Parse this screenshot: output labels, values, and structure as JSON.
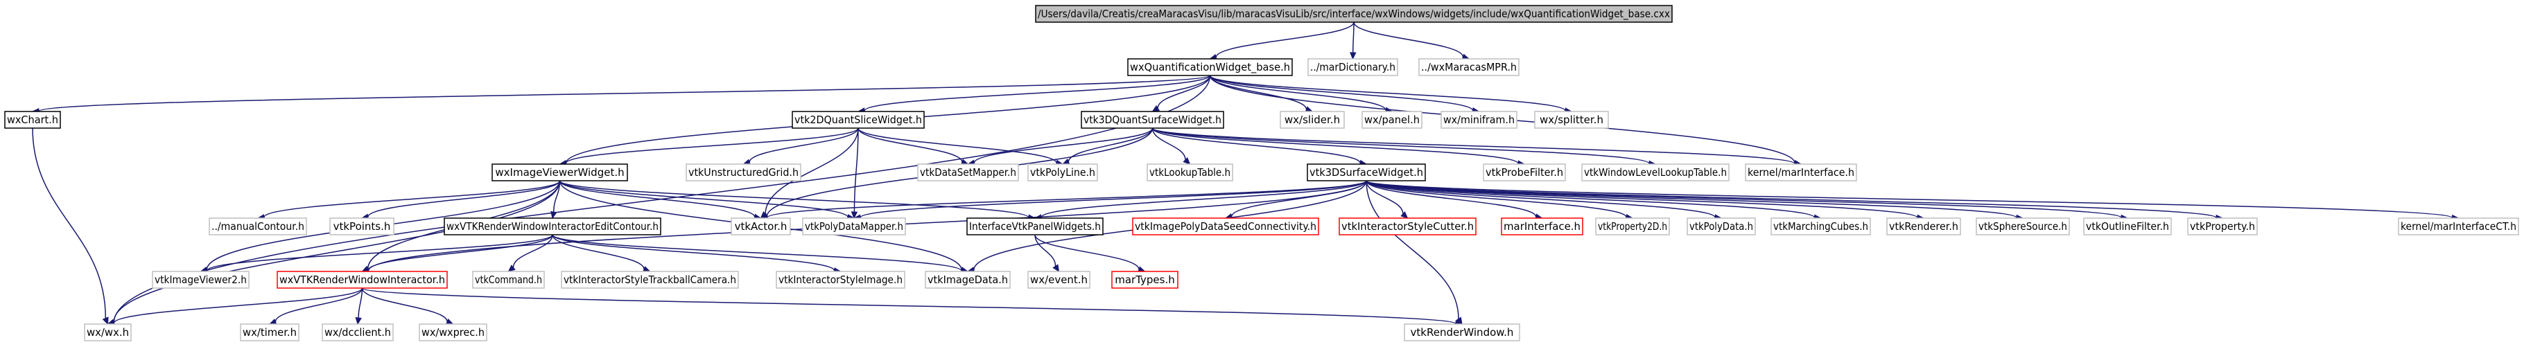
{
  "graph": {
    "nodes": [
      {
        "id": "root",
        "label": "/Users/davila/Creatis/creaMaracasVisu/lib/maracasVisuLib/src/interface/wxWindows/widgets/include/wxQuantificationWidget_base.cxx",
        "style": "root"
      },
      {
        "id": "wqwb",
        "label": "wxQuantificationWidget_base.h",
        "style": "documented"
      },
      {
        "id": "mardict",
        "label": "../marDictionary.h",
        "style": "plain"
      },
      {
        "id": "wxmmpr",
        "label": "../wxMaracasMPR.h",
        "style": "plain"
      },
      {
        "id": "wxchart",
        "label": "wxChart.h",
        "style": "documented"
      },
      {
        "id": "v2dq",
        "label": "vtk2DQuantSliceWidget.h",
        "style": "documented"
      },
      {
        "id": "v3dq",
        "label": "vtk3DQuantSurfaceWidget.h",
        "style": "documented"
      },
      {
        "id": "wxslider",
        "label": "wx/slider.h",
        "style": "plain"
      },
      {
        "id": "wxpanel",
        "label": "wx/panel.h",
        "style": "plain"
      },
      {
        "id": "wxminifram",
        "label": "wx/minifram.h",
        "style": "plain"
      },
      {
        "id": "wxsplitter",
        "label": "wx/splitter.h",
        "style": "plain"
      },
      {
        "id": "wiv",
        "label": "wxImageViewerWidget.h",
        "style": "documented"
      },
      {
        "id": "vug",
        "label": "vtkUnstructuredGrid.h",
        "style": "plain"
      },
      {
        "id": "vdsm",
        "label": "vtkDataSetMapper.h",
        "style": "plain"
      },
      {
        "id": "vpl",
        "label": "vtkPolyLine.h",
        "style": "plain"
      },
      {
        "id": "vlt",
        "label": "vtkLookupTable.h",
        "style": "plain"
      },
      {
        "id": "v3ds",
        "label": "vtk3DSurfaceWidget.h",
        "style": "documented"
      },
      {
        "id": "vpf",
        "label": "vtkProbeFilter.h",
        "style": "plain"
      },
      {
        "id": "vwllt",
        "label": "vtkWindowLevelLookupTable.h",
        "style": "plain"
      },
      {
        "id": "kmi",
        "label": "kernel/marInterface.h",
        "style": "plain"
      },
      {
        "id": "mcont",
        "label": "../manualContour.h",
        "style": "plain"
      },
      {
        "id": "vpoints",
        "label": "vtkPoints.h",
        "style": "plain"
      },
      {
        "id": "wvrwiec",
        "label": "wxVTKRenderWindowInteractorEditContour.h",
        "style": "documented"
      },
      {
        "id": "vactor",
        "label": "vtkActor.h",
        "style": "plain"
      },
      {
        "id": "vpdm",
        "label": "vtkPolyDataMapper.h",
        "style": "plain"
      },
      {
        "id": "ivpw",
        "label": "InterfaceVtkPanelWidgets.h",
        "style": "documented"
      },
      {
        "id": "vipdsc",
        "label": "vtkImagePolyDataSeedConnectivity.h",
        "style": "missing"
      },
      {
        "id": "visc",
        "label": "vtkInteractorStyleCutter.h",
        "style": "missing"
      },
      {
        "id": "marint",
        "label": "marInterface.h",
        "style": "missing"
      },
      {
        "id": "vp2d",
        "label": "vtkProperty2D.h",
        "style": "plain"
      },
      {
        "id": "vpd",
        "label": "vtkPolyData.h",
        "style": "plain"
      },
      {
        "id": "vmc",
        "label": "vtkMarchingCubes.h",
        "style": "plain"
      },
      {
        "id": "vren",
        "label": "vtkRenderer.h",
        "style": "plain"
      },
      {
        "id": "vss",
        "label": "vtkSphereSource.h",
        "style": "plain"
      },
      {
        "id": "vof",
        "label": "vtkOutlineFilter.h",
        "style": "plain"
      },
      {
        "id": "vprop",
        "label": "vtkProperty.h",
        "style": "plain"
      },
      {
        "id": "kmict",
        "label": "kernel/marInterfaceCT.h",
        "style": "plain"
      },
      {
        "id": "viv2",
        "label": "vtkImageViewer2.h",
        "style": "plain"
      },
      {
        "id": "wvrwi",
        "label": "wxVTKRenderWindowInteractor.h",
        "style": "missing"
      },
      {
        "id": "vcmd",
        "label": "vtkCommand.h",
        "style": "plain"
      },
      {
        "id": "vistb",
        "label": "vtkInteractorStyleTrackballCamera.h",
        "style": "plain"
      },
      {
        "id": "visi",
        "label": "vtkInteractorStyleImage.h",
        "style": "plain"
      },
      {
        "id": "vid",
        "label": "vtkImageData.h",
        "style": "plain"
      },
      {
        "id": "wxevent",
        "label": "wx/event.h",
        "style": "plain"
      },
      {
        "id": "martypes",
        "label": "marTypes.h",
        "style": "missing"
      },
      {
        "id": "wxwx",
        "label": "wx/wx.h",
        "style": "plain"
      },
      {
        "id": "wxtimer",
        "label": "wx/timer.h",
        "style": "plain"
      },
      {
        "id": "wxdcclient",
        "label": "wx/dcclient.h",
        "style": "plain"
      },
      {
        "id": "wxwxprec",
        "label": "wx/wxprec.h",
        "style": "plain"
      },
      {
        "id": "vrw",
        "label": "vtkRenderWindow.h",
        "style": "plain"
      }
    ],
    "edges": [
      [
        "root",
        "wqwb"
      ],
      [
        "root",
        "mardict"
      ],
      [
        "root",
        "wxmmpr"
      ],
      [
        "wqwb",
        "wxchart"
      ],
      [
        "wqwb",
        "v2dq"
      ],
      [
        "wqwb",
        "v3dq"
      ],
      [
        "wqwb",
        "wxslider"
      ],
      [
        "wqwb",
        "wxpanel"
      ],
      [
        "wqwb",
        "wxminifram"
      ],
      [
        "wqwb",
        "wxsplitter"
      ],
      [
        "wqwb",
        "wiv"
      ],
      [
        "wqwb",
        "wxwx"
      ],
      [
        "wqwb",
        "kmi"
      ],
      [
        "wxchart",
        "wxwx"
      ],
      [
        "v2dq",
        "wiv"
      ],
      [
        "v2dq",
        "vug"
      ],
      [
        "v2dq",
        "vdsm"
      ],
      [
        "v2dq",
        "vpl"
      ],
      [
        "v2dq",
        "vactor"
      ],
      [
        "v2dq",
        "vpdm"
      ],
      [
        "v3dq",
        "v3ds"
      ],
      [
        "v3dq",
        "vpf"
      ],
      [
        "v3dq",
        "vwllt"
      ],
      [
        "v3dq",
        "vlt"
      ],
      [
        "v3dq",
        "kmi"
      ],
      [
        "v3dq",
        "vdsm"
      ],
      [
        "v3dq",
        "vpl"
      ],
      [
        "v3dq",
        "vactor"
      ],
      [
        "wiv",
        "mcont"
      ],
      [
        "wiv",
        "vpoints"
      ],
      [
        "wiv",
        "wvrwiec"
      ],
      [
        "wiv",
        "vactor"
      ],
      [
        "wiv",
        "vpdm"
      ],
      [
        "wiv",
        "ivpw"
      ],
      [
        "wiv",
        "viv2"
      ],
      [
        "wiv",
        "wvrwi"
      ],
      [
        "wiv",
        "wxwx"
      ],
      [
        "wiv",
        "vid"
      ],
      [
        "v3ds",
        "vactor"
      ],
      [
        "v3ds",
        "vpdm"
      ],
      [
        "v3ds",
        "ivpw"
      ],
      [
        "v3ds",
        "vipdsc"
      ],
      [
        "v3ds",
        "visc"
      ],
      [
        "v3ds",
        "marint"
      ],
      [
        "v3ds",
        "vp2d"
      ],
      [
        "v3ds",
        "vpd"
      ],
      [
        "v3ds",
        "vmc"
      ],
      [
        "v3ds",
        "vren"
      ],
      [
        "v3ds",
        "vss"
      ],
      [
        "v3ds",
        "vof"
      ],
      [
        "v3ds",
        "vprop"
      ],
      [
        "v3ds",
        "kmict"
      ],
      [
        "v3ds",
        "vid"
      ],
      [
        "v3ds",
        "wvrwi"
      ],
      [
        "v3ds",
        "vrw"
      ],
      [
        "wvrwiec",
        "viv2"
      ],
      [
        "wvrwiec",
        "wvrwi"
      ],
      [
        "wvrwiec",
        "vcmd"
      ],
      [
        "wvrwiec",
        "vistb"
      ],
      [
        "wvrwiec",
        "visi"
      ],
      [
        "wvrwiec",
        "vid"
      ],
      [
        "ivpw",
        "wxevent"
      ],
      [
        "ivpw",
        "martypes"
      ],
      [
        "wvrwi",
        "wxwx"
      ],
      [
        "wvrwi",
        "wxtimer"
      ],
      [
        "wvrwi",
        "wxdcclient"
      ],
      [
        "wvrwi",
        "wxwxprec"
      ],
      [
        "wvrwi",
        "vrw"
      ]
    ]
  },
  "colors": {
    "edge": "#191970",
    "root_fill": "#bfbfbf",
    "documented_border": "#000000",
    "plain_border": "#bfbfbf",
    "missing_border": "#ff0000",
    "node_fill": "#ffffff"
  }
}
